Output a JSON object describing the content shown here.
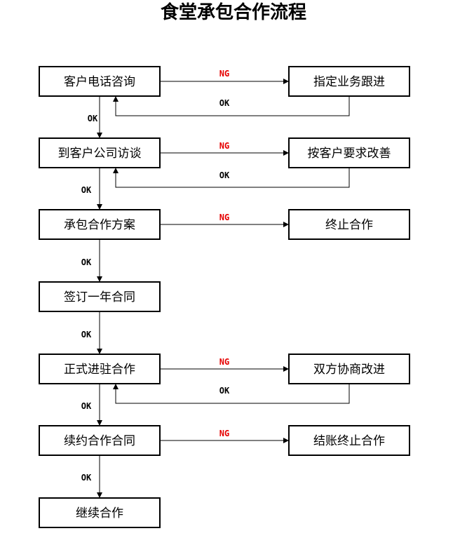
{
  "title": "食堂承包合作流程",
  "main_steps": [
    "客户电话咨询",
    "到客户公司访谈",
    "承包合作方案",
    "签订一年合同",
    "正式进驻合作",
    "续约合作合同",
    "继续合作"
  ],
  "side_steps": [
    "指定业务跟进",
    "按客户要求改善",
    "终止合作",
    "双方协商改进",
    "结账终止合作"
  ],
  "labels": {
    "ng": "NG",
    "ok": "OK"
  },
  "colors": {
    "ng_label": "#e60000",
    "ok_label": "#000000",
    "line": "#000000"
  }
}
